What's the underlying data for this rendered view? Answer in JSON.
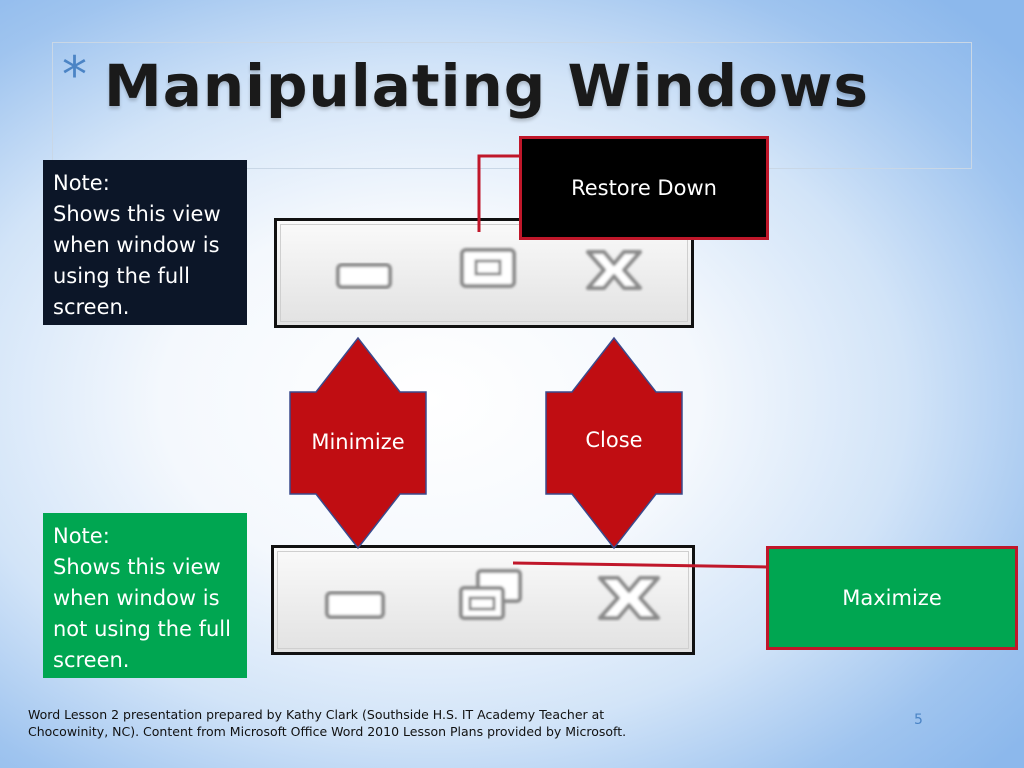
{
  "slide": {
    "title_bullet": "*",
    "title": "Manipulating Windows",
    "note_top": {
      "heading": "Note:",
      "text": "Shows this view when window is using the full screen."
    },
    "note_bottom": {
      "heading": "Note:",
      "text": "Shows this view when window is not using the full screen."
    },
    "callouts": {
      "restore_down": "Restore Down",
      "maximize": "Maximize",
      "minimize": "Minimize",
      "close": "Close"
    },
    "footer": "Word Lesson 2 presentation prepared by Kathy Clark (Southside H.S. IT Academy Teacher at Chocowinity, NC). Content from Microsoft Office Word 2010 Lesson Plans provided by Microsoft.",
    "page_number": "5"
  },
  "colors": {
    "accent_red": "#c0172a",
    "note_dark": "#0c1628",
    "note_green": "#00a651",
    "arrow_fill": "#c00d12",
    "arrow_stroke": "#3a4a8c"
  },
  "icons": [
    "minimize-icon",
    "restore-icon",
    "close-icon",
    "maximize-restore-icon"
  ]
}
